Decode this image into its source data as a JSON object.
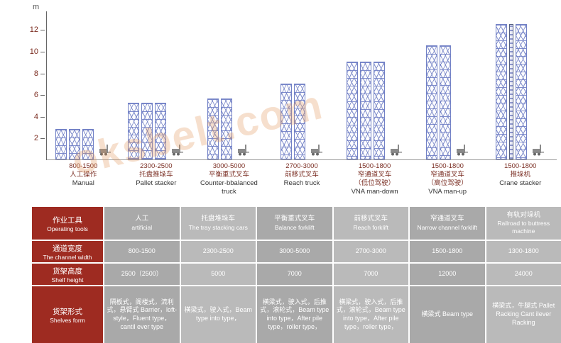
{
  "watermark": "oksbelt.com",
  "chart": {
    "unit": "m",
    "ticks": [
      2,
      4,
      6,
      8,
      10,
      12
    ],
    "groups": [
      {
        "range": "800-1500",
        "cn": "人工操作",
        "sub": "",
        "en": "Manual",
        "height_m": 2.8,
        "towers": 3,
        "crane": false
      },
      {
        "range": "2300-2500",
        "cn": "托盘推垛车",
        "sub": "",
        "en": "Pallet stacker",
        "height_m": 5.2,
        "towers": 3,
        "crane": false
      },
      {
        "range": "3000-5000",
        "cn": "平衡重式叉车",
        "sub": "",
        "en": "Counter-bbalanced truck",
        "height_m": 5.6,
        "towers": 2,
        "crane": false
      },
      {
        "range": "2700-3000",
        "cn": "前移式叉车",
        "sub": "",
        "en": "Reach truck",
        "height_m": 7.0,
        "towers": 2,
        "crane": false
      },
      {
        "range": "1500-1800",
        "cn": "窄通道叉车",
        "sub": "（低位驾驶）",
        "en": "VNA man-down",
        "height_m": 9.0,
        "towers": 3,
        "crane": false
      },
      {
        "range": "1500-1800",
        "cn": "窄通道叉车",
        "sub": "（高位驾驶）",
        "en": "VNA man-up",
        "height_m": 10.5,
        "towers": 2,
        "crane": false
      },
      {
        "range": "1500-1800",
        "cn": "推垛机",
        "sub": "",
        "en": "Crane stacker",
        "height_m": 12.5,
        "towers": 2,
        "crane": true
      }
    ]
  },
  "chart_data": {
    "type": "bar",
    "title": "",
    "xlabel": "",
    "ylabel": "m",
    "ylim": [
      0,
      13
    ],
    "categories": [
      "Manual",
      "Pallet stacker",
      "Counter-bbalanced truck",
      "Reach truck",
      "VNA man-down",
      "VNA man-up",
      "Crane stacker"
    ],
    "values": [
      2.8,
      5.2,
      5.6,
      7.0,
      9.0,
      10.5,
      12.5
    ],
    "channel_widths": [
      "800-1500",
      "2300-2500",
      "3000-5000",
      "2700-3000",
      "1500-1800",
      "1500-1800",
      "1500-1800"
    ]
  },
  "table": {
    "row_headers": [
      {
        "cn": "作业工具",
        "en": "Operating tools"
      },
      {
        "cn": "通道宽度",
        "en": "The channel width"
      },
      {
        "cn": "货架高度",
        "en": "Shelf height"
      },
      {
        "cn": "货架形式",
        "en": "Shelves form"
      }
    ],
    "columns": [
      {
        "tool_cn": "人工",
        "tool_en": "artificial",
        "channel": "800-1500",
        "shelf": "2500（2500）",
        "form": "隔板式，阁楼式，流利式，悬臂式 Barrier，loft-style，Fluent type，cantil ever type"
      },
      {
        "tool_cn": "托盘堆垛车",
        "tool_en": "The tray stacking cars",
        "channel": "2300-2500",
        "shelf": "5000",
        "form": "横梁式，驶入式，Beam type into type，"
      },
      {
        "tool_cn": "平衡重式叉车",
        "tool_en": "Balance forklift",
        "channel": "3000-5000",
        "shelf": "7000",
        "form": "横梁式，驶入式，后推式，滚轮式，Beam type into type，After pile type，roller type，"
      },
      {
        "tool_cn": "前移式叉车",
        "tool_en": "Reach forklift",
        "channel": "2700-3000",
        "shelf": "7000",
        "form": "横梁式，驶入式，后推式，滚轮式，Beam type into type，After pile type，roller type，"
      },
      {
        "tool_cn": "窄通道叉车",
        "tool_en": "Narrow channel forklift",
        "channel": "1500-1800",
        "shelf": "12000",
        "form": "横梁式 Beam type"
      },
      {
        "tool_cn": "有轨对垛机",
        "tool_en": "Railroad to buttress machine",
        "channel": "1300-1800",
        "shelf": "24000",
        "form": "横梁式，牛腿式 Pallet Racking Cant ilever Racking"
      }
    ]
  }
}
